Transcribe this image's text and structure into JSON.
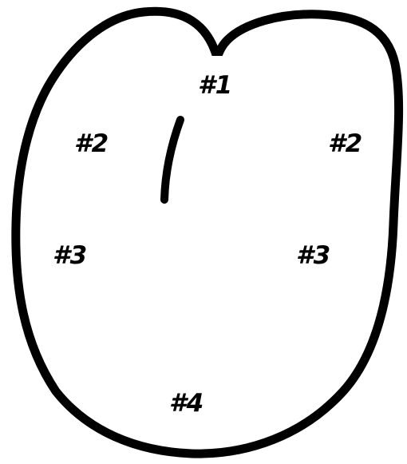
{
  "labels": {
    "one": "#1",
    "two_left": "#2",
    "two_right": "#2",
    "three_left": "#3",
    "three_right": "#3",
    "four": "#4"
  },
  "colors": {
    "stroke": "#000000",
    "background": "#ffffff"
  }
}
